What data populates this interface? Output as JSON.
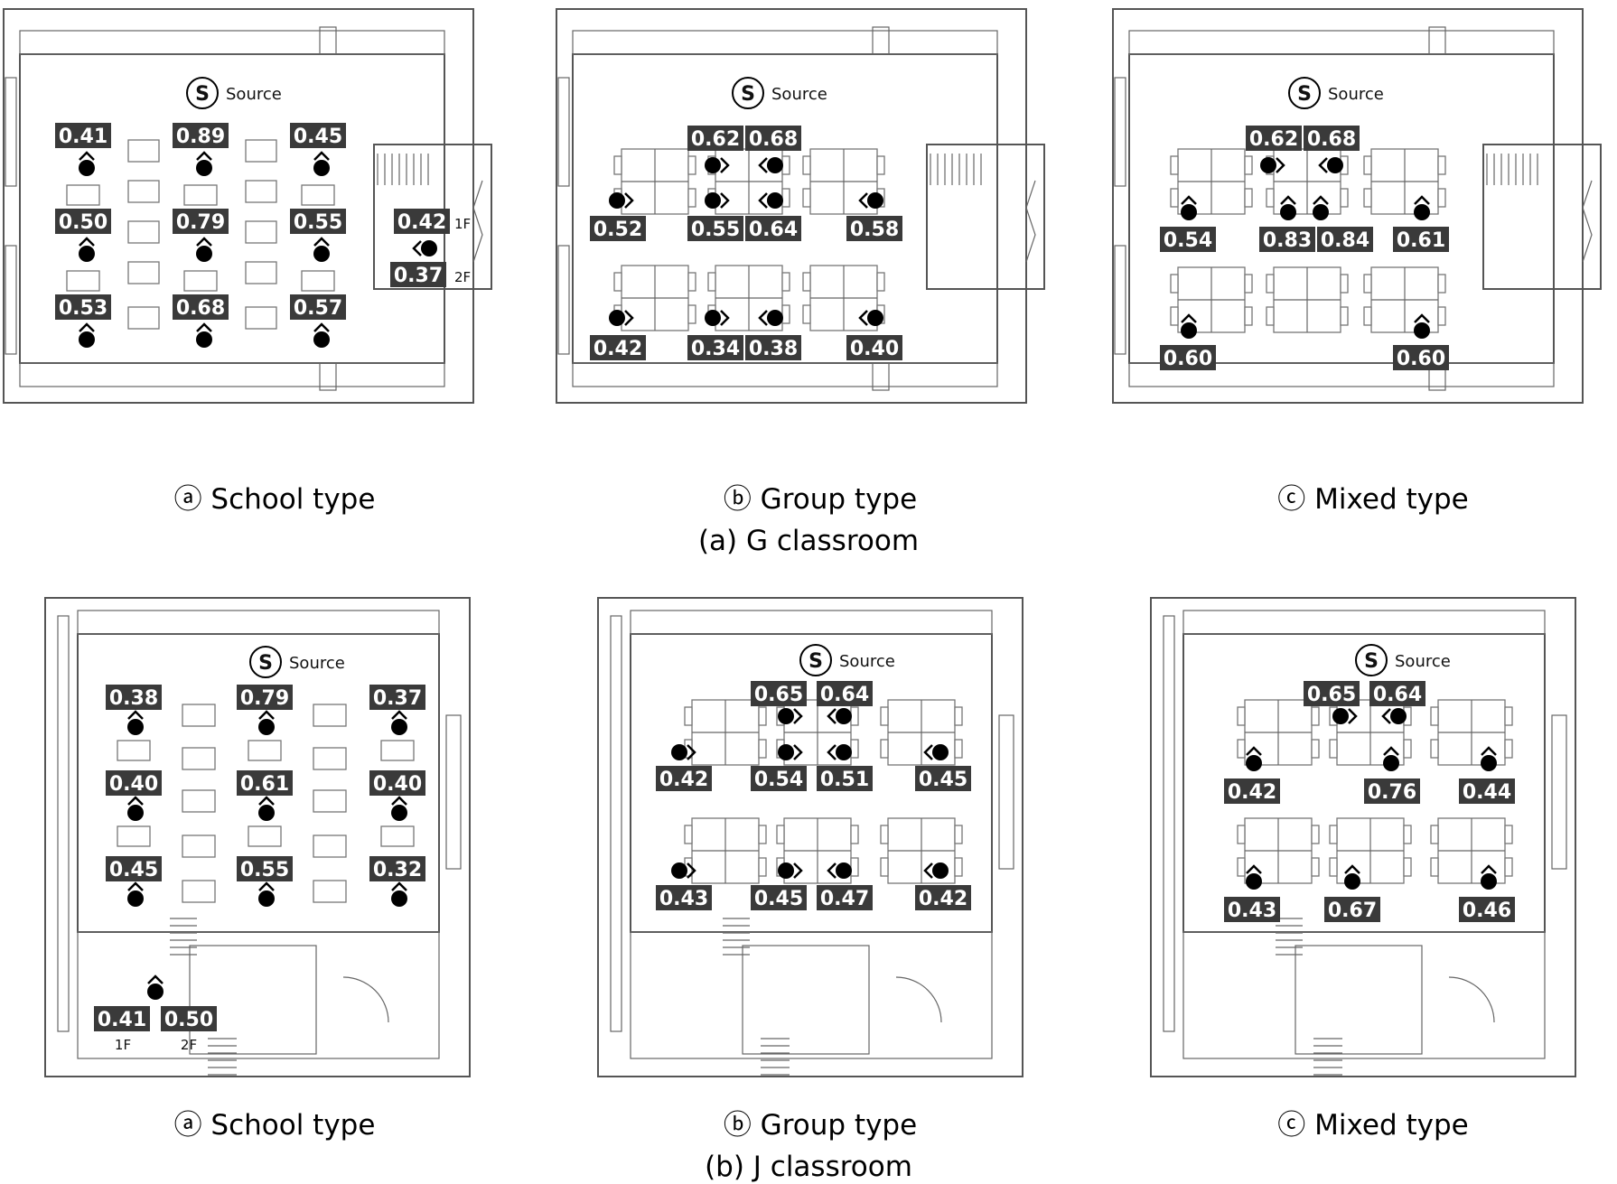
{
  "source_label": "Source",
  "source_symbol": "S",
  "colors": {
    "label_bg": "#3a3a3a",
    "label_text": "#ffffff",
    "line": "#555555"
  },
  "panels": [
    {
      "id": "g-school",
      "caption": "ⓐ School type",
      "values": [
        {
          "v": "0.41",
          "dir": "up"
        },
        {
          "v": "0.89",
          "dir": "up"
        },
        {
          "v": "0.45",
          "dir": "up"
        },
        {
          "v": "0.50",
          "dir": "up"
        },
        {
          "v": "0.79",
          "dir": "up"
        },
        {
          "v": "0.55",
          "dir": "up"
        },
        {
          "v": "0.53",
          "dir": "up"
        },
        {
          "v": "0.68",
          "dir": "up"
        },
        {
          "v": "0.57",
          "dir": "up"
        },
        {
          "v": "0.42",
          "floor": "1F"
        },
        {
          "v": "0.37",
          "floor": "2F"
        }
      ]
    },
    {
      "id": "g-group",
      "caption": "ⓑ Group type",
      "values": [
        {
          "v": "0.62"
        },
        {
          "v": "0.68"
        },
        {
          "v": "0.52"
        },
        {
          "v": "0.55"
        },
        {
          "v": "0.64"
        },
        {
          "v": "0.58"
        },
        {
          "v": "0.42"
        },
        {
          "v": "0.34"
        },
        {
          "v": "0.38"
        },
        {
          "v": "0.40"
        }
      ]
    },
    {
      "id": "g-mixed",
      "caption": "ⓒ Mixed type",
      "values": [
        {
          "v": "0.62"
        },
        {
          "v": "0.68"
        },
        {
          "v": "0.54"
        },
        {
          "v": "0.83"
        },
        {
          "v": "0.84"
        },
        {
          "v": "0.61"
        },
        {
          "v": "0.60"
        },
        {
          "v": "0.60"
        }
      ]
    },
    {
      "id": "j-school",
      "caption": "ⓐ School type",
      "values": [
        {
          "v": "0.38"
        },
        {
          "v": "0.79"
        },
        {
          "v": "0.37"
        },
        {
          "v": "0.40"
        },
        {
          "v": "0.61"
        },
        {
          "v": "0.40"
        },
        {
          "v": "0.45"
        },
        {
          "v": "0.55"
        },
        {
          "v": "0.32"
        },
        {
          "v": "0.41",
          "floor": "1F"
        },
        {
          "v": "0.50",
          "floor": "2F"
        }
      ]
    },
    {
      "id": "j-group",
      "caption": "ⓑ Group type",
      "values": [
        {
          "v": "0.65"
        },
        {
          "v": "0.64"
        },
        {
          "v": "0.42"
        },
        {
          "v": "0.54"
        },
        {
          "v": "0.51"
        },
        {
          "v": "0.45"
        },
        {
          "v": "0.43"
        },
        {
          "v": "0.45"
        },
        {
          "v": "0.47"
        },
        {
          "v": "0.42"
        }
      ]
    },
    {
      "id": "j-mixed",
      "caption": "ⓒ Mixed type",
      "values": [
        {
          "v": "0.65"
        },
        {
          "v": "0.64"
        },
        {
          "v": "0.42"
        },
        {
          "v": "0.76"
        },
        {
          "v": "0.44"
        },
        {
          "v": "0.43"
        },
        {
          "v": "0.67"
        },
        {
          "v": "0.46"
        }
      ]
    }
  ],
  "section_captions": [
    "(a) G classroom",
    "(b) J classroom"
  ]
}
